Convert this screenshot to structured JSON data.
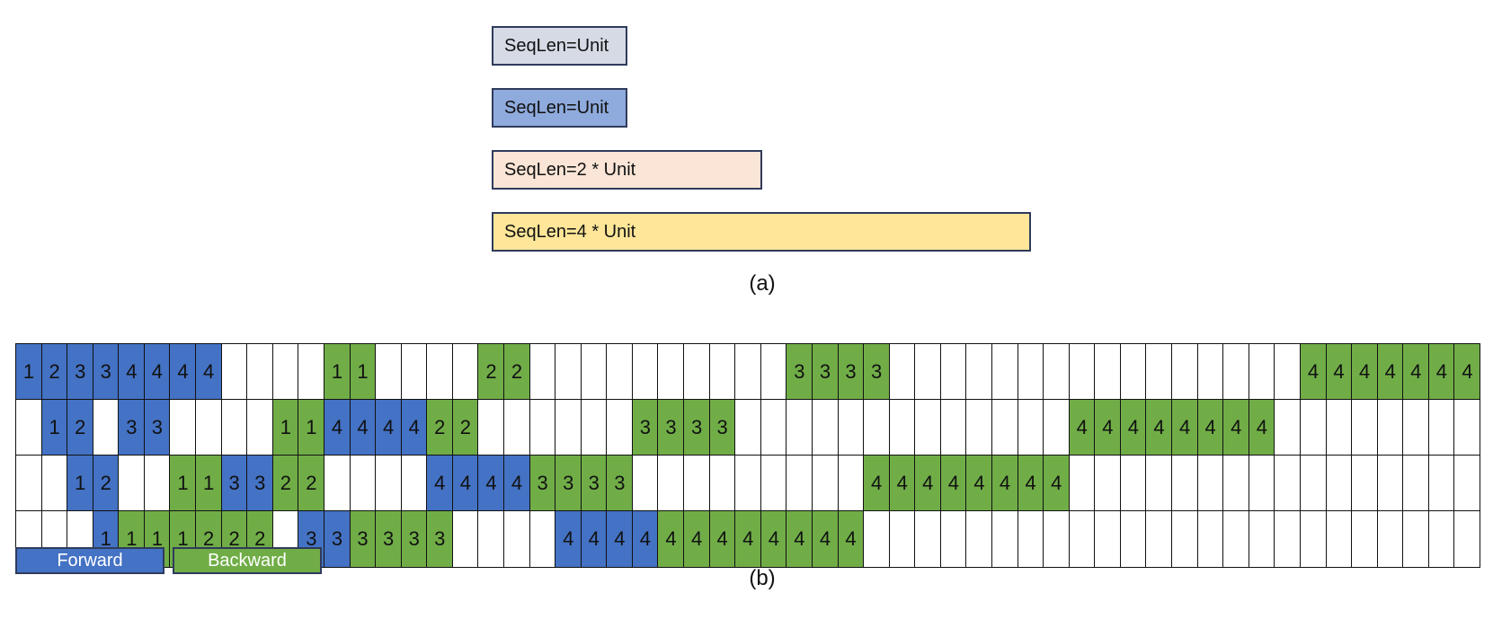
{
  "colors": {
    "unit_gray": "#d5dae5",
    "unit_blue": "#8faadc",
    "unit_peach": "#fbe5d6",
    "unit_yellow": "#ffe699",
    "forward": "#4472c4",
    "backward": "#70ad47"
  },
  "seq_boxes": [
    {
      "label": "SeqLen=Unit",
      "color": "#d5dae5"
    },
    {
      "label": "SeqLen=Unit",
      "color": "#8faadc"
    },
    {
      "label": "SeqLen=2 * Unit",
      "color": "#fbe5d6"
    },
    {
      "label": "SeqLen=4 * Unit",
      "color": "#ffe699"
    }
  ],
  "captions": {
    "a": "(a)",
    "b": "(b)"
  },
  "legend": {
    "forward": "Forward",
    "backward": "Backward"
  },
  "schedule": {
    "columns": 57,
    "rows": [
      "1F 2F 3F 3F 4F 4F 4F 4F - - - - 1B 1B - - - - 2B 2B - - - - - - - - - - 3B 3B 3B 3B - - - - - - - - - - - - - - - - 4B 4B 4B 4B 4B 4B 4B 4B",
      "- 1F 2F - 3F 3F - - - - 1B 1B 4F 4F 4F 4F 2B 2B - - - - - - 3B 3B 3B 3B - - - - - - - - - - - - - 4B 4B 4B 4B 4B 4B 4B 4B - - - - - - - -",
      "- - 1F 2F - - 1B 1B 3F 3F 2B 2B - - - - 4F 4F 4F 4F 3B 3B 3B 3B - - - - - - - - - 4B 4B 4B 4B 4B 4B 4B 4B - - - - - - - - - - - - - - - -",
      "- - - 1F 1B 1B 1B 2B 2B 2B - 3F 3F 3B 3B 3B 3B - - - - 4F 4F 4F 4F 4B 4B 4B 4B 4B 4B 4B 4B - - - - - - - - - - - - - - - - - - - - - - - -"
    ]
  }
}
